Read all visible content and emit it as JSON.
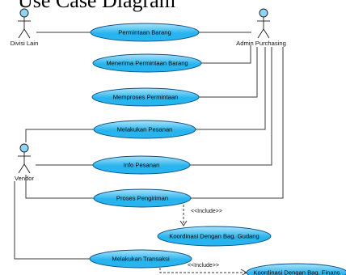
{
  "title": "Use Case Diagram",
  "colors": {
    "use_case_fill": "#28b4ee",
    "use_case_fill_light": "#aee3fa",
    "use_case_stroke": "#0b4f8c",
    "actor_fill": "#8fd3f5",
    "line": "#3a3a3a"
  },
  "actors": [
    {
      "id": "divisi",
      "label": "Divisi Lain"
    },
    {
      "id": "admin",
      "label": "Admin Purchasing"
    },
    {
      "id": "vendor",
      "label": "Vendor"
    }
  ],
  "use_cases": [
    {
      "id": "uc1",
      "label": "Permintaan Barang"
    },
    {
      "id": "uc2",
      "label": "Menerima Permintaan Barang"
    },
    {
      "id": "uc3",
      "label": "Memproses Permintaan"
    },
    {
      "id": "uc4",
      "label": "Melakukan Pesanan"
    },
    {
      "id": "uc5",
      "label": "Info Pesanan"
    },
    {
      "id": "uc6",
      "label": "Proses Pengiriman"
    },
    {
      "id": "uc7",
      "label": "Koordinasi Dengan Bag. Gudang"
    },
    {
      "id": "uc8",
      "label": "Melakukan Transaksi"
    },
    {
      "id": "uc9",
      "label": "Koordinasi Dengan Bag. Finans"
    }
  ],
  "associations": [
    {
      "actor": "divisi",
      "use_case": "uc1"
    },
    {
      "actor": "admin",
      "use_case": "uc1"
    },
    {
      "actor": "admin",
      "use_case": "uc2"
    },
    {
      "actor": "admin",
      "use_case": "uc3"
    },
    {
      "actor": "admin",
      "use_case": "uc4"
    },
    {
      "actor": "admin",
      "use_case": "uc5"
    },
    {
      "actor": "admin",
      "use_case": "uc6"
    },
    {
      "actor": "vendor",
      "use_case": "uc4"
    },
    {
      "actor": "vendor",
      "use_case": "uc5"
    },
    {
      "actor": "vendor",
      "use_case": "uc6"
    },
    {
      "actor": "vendor",
      "use_case": "uc8"
    }
  ],
  "includes": [
    {
      "from": "uc6",
      "to": "uc7",
      "label": "<<Include>>"
    },
    {
      "from": "uc8",
      "to": "uc9",
      "label": "<<Include>>"
    }
  ]
}
